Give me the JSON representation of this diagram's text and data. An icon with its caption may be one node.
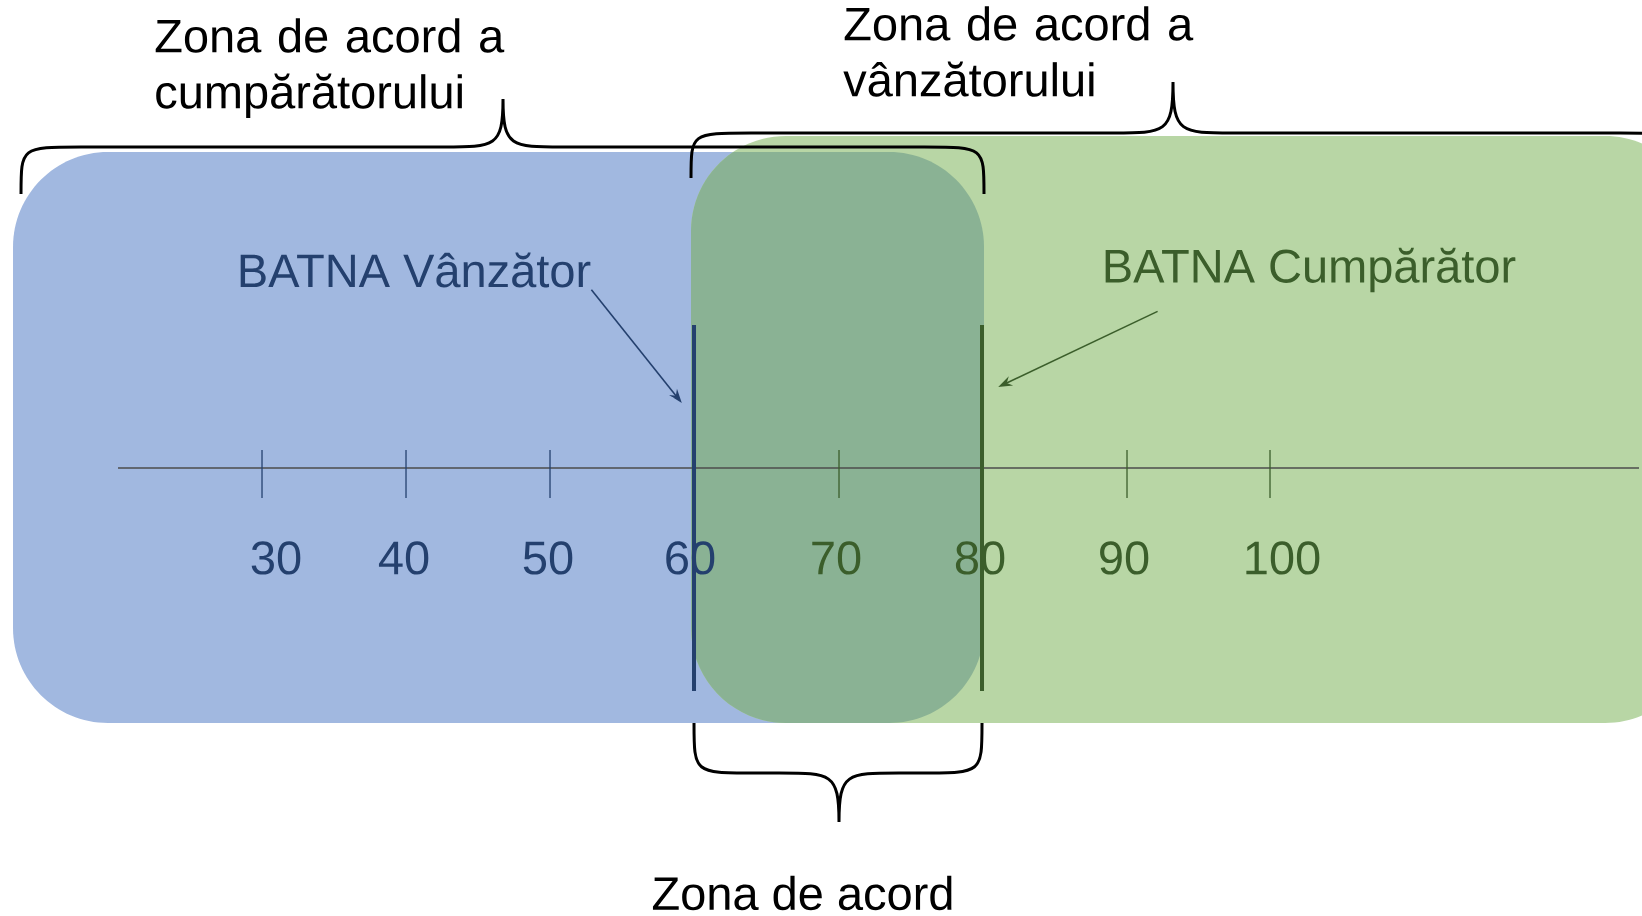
{
  "diagram": {
    "nodes": [
      {
        "text": [
          "BATNA Vânzător"
        ]
      },
      {
        "text": [
          "BATNA Cumpărător"
        ]
      },
      {
        "text": [],
        "shape": "bar"
      },
      {
        "text": [],
        "shape": "bar"
      }
    ],
    "edges": [
      {
        "from": 0,
        "to": 2,
        "arrow": "to",
        "color": "#24406e"
      },
      {
        "from": 1,
        "to": 3,
        "arrow": "to",
        "color": "#3b5e2b"
      }
    ],
    "labels": [
      "Zona de acord a cumpărătorului",
      "Zona de acord a vânzătorului",
      "30",
      "40",
      "50",
      "60",
      "70",
      "80",
      "90",
      "100",
      "Zona de acord"
    ]
  }
}
